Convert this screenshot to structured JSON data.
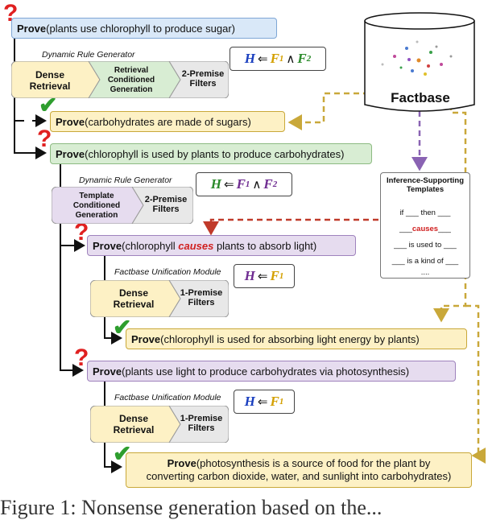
{
  "nodes": {
    "root": {
      "keyword": "Prove",
      "text": "(plants use chlorophyll to produce sugar)"
    },
    "carbs": {
      "keyword": "Prove",
      "text": "(carbohydrates are made of sugars)"
    },
    "chloro": {
      "keyword": "Prove",
      "text": "(chlorophyll is used by plants to produce carbohydrates)"
    },
    "causes": {
      "keyword": "Prove",
      "text_pre": "(chlorophyll ",
      "text_em": "causes",
      "text_post": " plants to absorb light)"
    },
    "absorb": {
      "keyword": "Prove",
      "text": "(chlorophyll is used for absorbing light energy by plants)"
    },
    "light": {
      "keyword": "Prove",
      "text": "(plants use light to produce carbohydrates via photosynthesis)"
    },
    "photo": {
      "keyword": "Prove",
      "line1": "(photosynthesis is a source of food for the plant by",
      "line2": "converting carbon dioxide, water, and sunlight into carbohydrates)"
    }
  },
  "modules": {
    "drg1": {
      "label": "Dynamic Rule Generator",
      "stage1": "Dense Retrieval",
      "stage2a": "Retrieval",
      "stage2b": "Conditioned",
      "stage2c": "Generation",
      "stage3a": "2-Premise",
      "stage3b": "Filters"
    },
    "drg2": {
      "label": "Dynamic Rule Generator",
      "stage1a": "Template",
      "stage1b": "Conditioned",
      "stage1c": "Generation",
      "stage2a": "2-Premise",
      "stage2b": "Filters"
    },
    "fum1": {
      "label": "Factbase Unification Module",
      "stage1a": "Dense",
      "stage1b": "Retrieval",
      "stage2a": "1-Premise",
      "stage2b": "Filters"
    },
    "fum2": {
      "label": "Factbase Unification Module",
      "stage1a": "Dense",
      "stage1b": "Retrieval",
      "stage2a": "1-Premise",
      "stage2b": "Filters"
    }
  },
  "formulas": {
    "f2": {
      "H": "H",
      "arrow": "⇐",
      "F1": "F",
      "sub1": "1",
      "and": "∧",
      "F2": "F",
      "sub2": "2"
    },
    "f1": {
      "H": "H",
      "arrow": "⇐",
      "F1": "F",
      "sub1": "1"
    }
  },
  "factbase": {
    "label": "Factbase"
  },
  "templates": {
    "title1": "Inference-Supporting",
    "title2": "Templates",
    "rows": [
      "if ___ then ___",
      "___",
      "causes",
      "___",
      "___ is used to ___",
      "___ is a kind of ___",
      "...."
    ]
  },
  "caption": "Figure 1:  Nonsense generation based on the..."
}
